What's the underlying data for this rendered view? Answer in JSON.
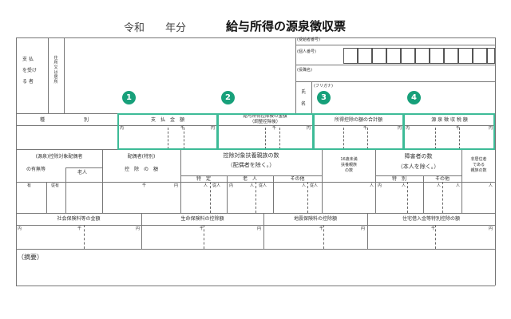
{
  "title": {
    "era": "令和",
    "year": "年分",
    "main": "給与所得の源泉徴収票"
  },
  "payer_block": {
    "left_label": [
      "支 払",
      "を受け",
      "る 者"
    ],
    "sub_label": [
      "住",
      "所",
      "又",
      "は",
      "居",
      "所"
    ],
    "recipient_no": "(受給者番号)",
    "individual_no": "(個人番号)",
    "position": "(役職名)",
    "name_label": "氏",
    "name_label2": "名",
    "furigana": "(フリガナ)"
  },
  "row2": {
    "type_label": "種",
    "type_label2": "別",
    "payment": "支　払　金　額",
    "deduction_header": "給与所得控除後の金額",
    "deduction_sub": "（調整控除後）",
    "total_deduction": "所得控除の額の合計額",
    "withholding": "源 泉 徴 収 税 額",
    "units": {
      "sen": "千",
      "en": "円",
      "uchi": "内"
    }
  },
  "row3": {
    "spouse": "(源泉)控除対象配偶者",
    "spouse_yes_no": "の有無等",
    "spouse_old": "老人",
    "spouse_special": "配偶者(特別)",
    "spouse_special2": "控　除　の　額",
    "dependents": "控除対象扶養親族の数",
    "dependents_sub": "（配偶者を除く。）",
    "tokutei": "特　定",
    "rojin": "老　人",
    "sonota": "その他",
    "under16": [
      "16歳未満",
      "扶養親族",
      "の数"
    ],
    "disabled": "障害者の数",
    "disabled_sub": "（本人を除く。）",
    "disabled_special": "特　別",
    "disabled_other": "その他",
    "nonresident": [
      "非居住者",
      "である",
      "親族の数"
    ],
    "yes": "有",
    "jutaku": "従有",
    "nin": "人",
    "jin": "従人",
    "uchi": "内"
  },
  "row4": {
    "social": "社会保険料等の金額",
    "life": "生命保険料の控除額",
    "quake": "地震保険料の控除額",
    "housing": "住宅借入金等特別控除の額"
  },
  "remarks": "（摘要）",
  "badges": [
    "1",
    "2",
    "3",
    "4"
  ],
  "colors": {
    "highlight": "#3dbb97",
    "badge": "#17a07a"
  }
}
